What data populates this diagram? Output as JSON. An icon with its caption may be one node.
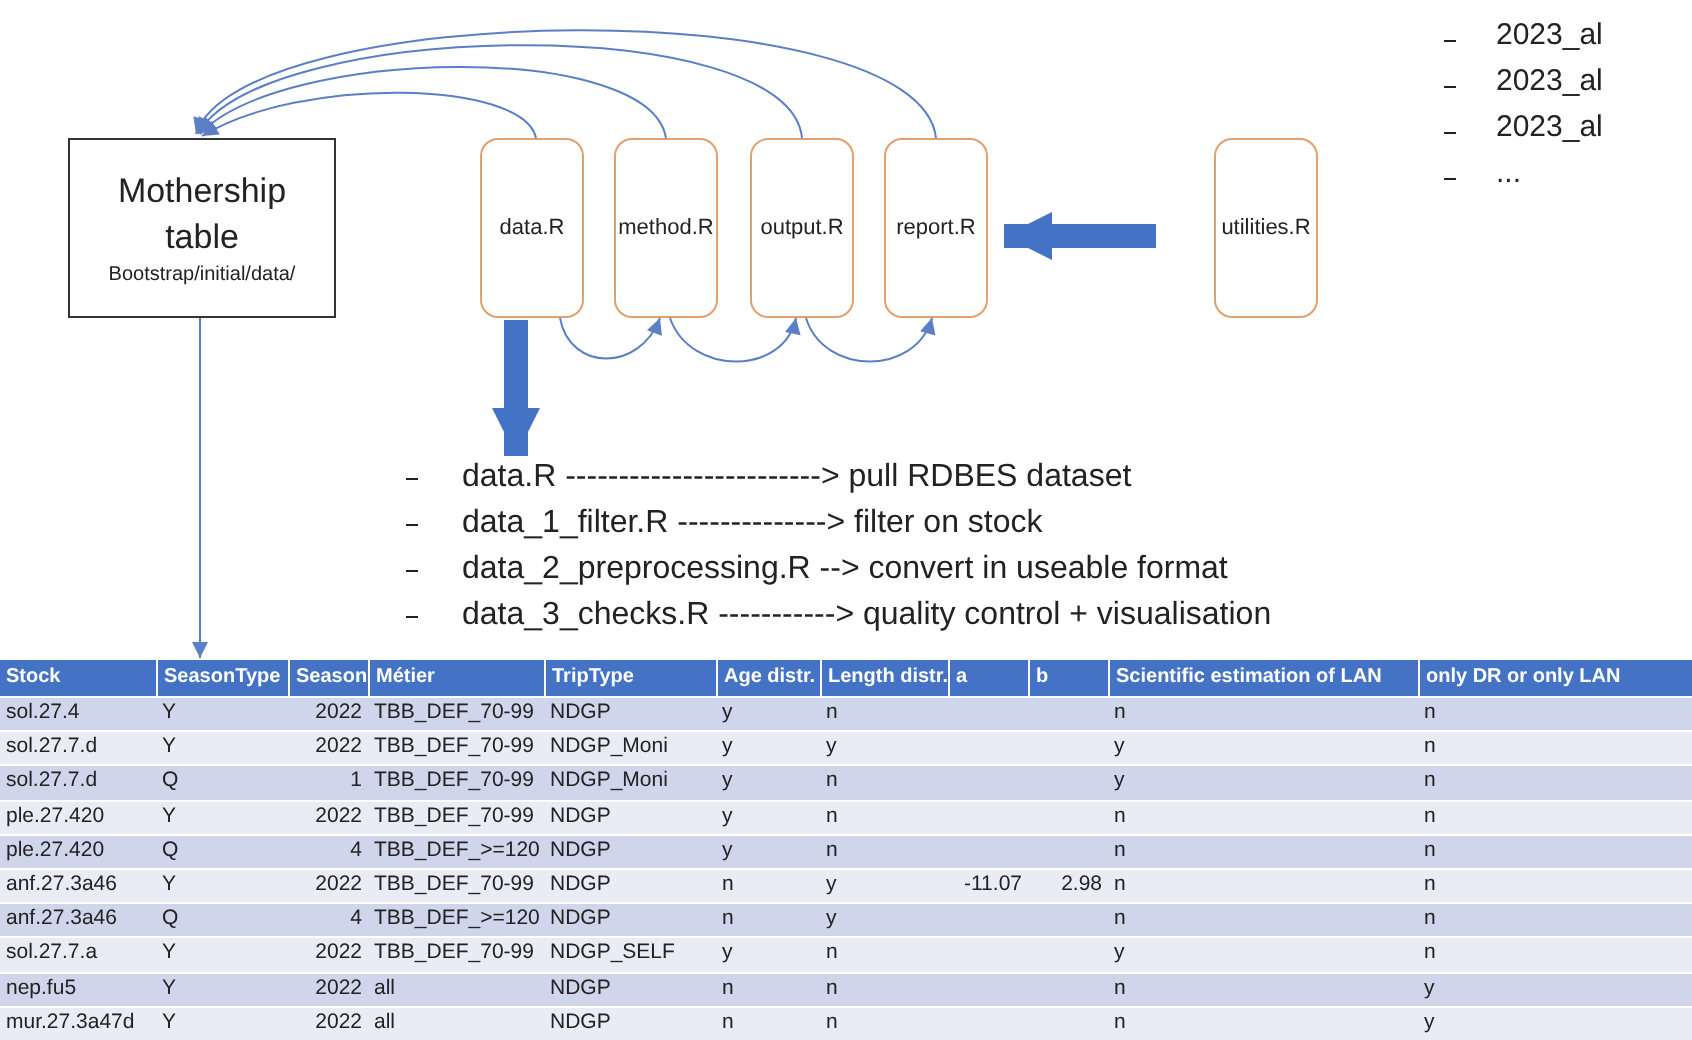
{
  "diagram": {
    "nodes": [
      {
        "text": [
          "Mothership table",
          "Bootstrap/initial/data/"
        ]
      },
      {
        "text": [
          "data.R"
        ]
      },
      {
        "text": [
          "method.R"
        ]
      },
      {
        "text": [
          "output.R"
        ]
      },
      {
        "text": [
          "report.R"
        ]
      },
      {
        "text": [
          "utilities.R"
        ]
      },
      {
        "text": [],
        "shape": "table"
      },
      {
        "text": [
          "data.R ------------------------> pull RDBES dataset",
          "data_1_filter.R --------------> filter on stock",
          "data_2_preprocessing.R --> convert in useable format",
          "data_3_checks.R -----------> quality control + visualisation"
        ]
      }
    ],
    "edges": [
      {
        "from": 1,
        "to": 0,
        "arrow": "to"
      },
      {
        "from": 2,
        "to": 0,
        "arrow": "to"
      },
      {
        "from": 3,
        "to": 0,
        "arrow": "to"
      },
      {
        "from": 4,
        "to": 0,
        "arrow": "to"
      },
      {
        "from": 1,
        "to": 2,
        "arrow": "to"
      },
      {
        "from": 2,
        "to": 3,
        "arrow": "to"
      },
      {
        "from": 3,
        "to": 4,
        "arrow": "to"
      },
      {
        "from": 5,
        "to": 4,
        "arrow": "to",
        "style": "thick"
      },
      {
        "from": 1,
        "to": 7,
        "arrow": "to",
        "style": "thick"
      },
      {
        "from": 0,
        "to": 6,
        "arrow": "to"
      }
    ],
    "labels": [
      "2023_al",
      "2023_al",
      "2023_al",
      "...",
      "Stock",
      "SeasonType",
      "Season",
      "Métier",
      "TripType",
      "Age distr.",
      "Length distr.",
      "a",
      "b",
      "Scientific estimation of LAN",
      "only DR or only LAN",
      "sol.27.4",
      "Y",
      "2022",
      "TBB_DEF_70-99",
      "NDGP",
      "y",
      "n",
      "n",
      "n",
      "sol.27.7.d",
      "Y",
      "2022",
      "TBB_DEF_70-99",
      "NDGP_Moni",
      "y",
      "y",
      "y",
      "n",
      "sol.27.7.d",
      "Q",
      "1",
      "TBB_DEF_70-99",
      "NDGP_Moni",
      "y",
      "n",
      "y",
      "n",
      "ple.27.420",
      "Y",
      "2022",
      "TBB_DEF_70-99",
      "NDGP",
      "y",
      "n",
      "n",
      "n",
      "ple.27.420",
      "Q",
      "4",
      "TBB_DEF_>=120",
      "NDGP",
      "y",
      "n",
      "n",
      "n",
      "anf.27.3a46",
      "Y",
      "2022",
      "TBB_DEF_70-99",
      "NDGP",
      "n",
      "y",
      "-11.07",
      "2.98",
      "n",
      "n",
      "anf.27.3a46",
      "Q",
      "4",
      "TBB_DEF_>=120",
      "NDGP",
      "n",
      "y",
      "n",
      "n",
      "sol.27.7.a",
      "Y",
      "2022",
      "TBB_DEF_70-99",
      "NDGP_SELF",
      "y",
      "n",
      "y",
      "n",
      "nep.fu5",
      "Y",
      "2022",
      "all",
      "NDGP",
      "n",
      "n",
      "n",
      "y",
      "mur.27.3a47d",
      "Y",
      "2022",
      "all",
      "NDGP",
      "n",
      "n",
      "n",
      "y"
    ]
  }
}
